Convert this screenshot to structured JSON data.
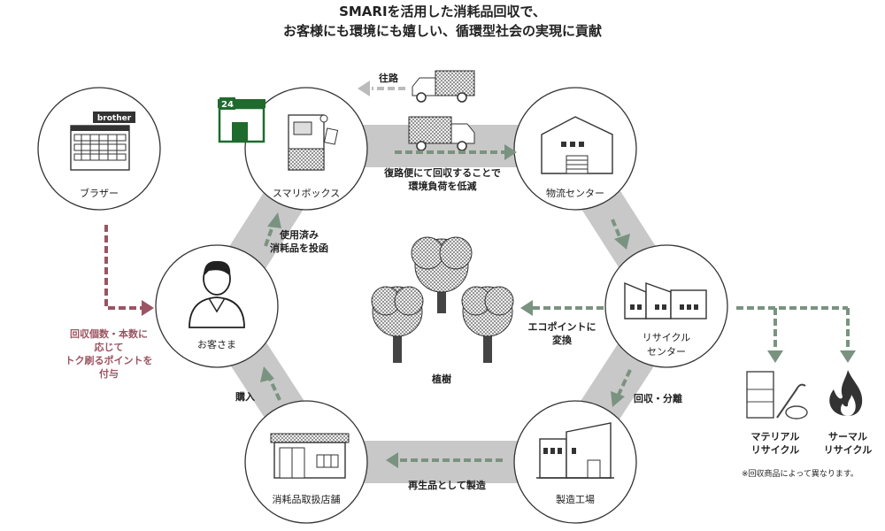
{
  "header": {
    "line1": "SMARIを活用した消耗品回収で、",
    "line2": "お客様にも環境にも嬉しい、循環型社会の実現に貢献"
  },
  "nodes": {
    "brother": "ブラザー",
    "smaribox": "スマリボックス",
    "logistics": "物流センター",
    "customer": "お客さま",
    "recycle": "リサイクル\nセンター",
    "shop": "消耗品取扱店舗",
    "factory": "製造工場"
  },
  "logos": {
    "brother_sign": "brother",
    "store_sign": "24"
  },
  "flows": {
    "outbound": "往路",
    "return_trip": "復路便にて回収することで\n環境負荷を低減",
    "deposit": "使用済み\n消耗品を投函",
    "eco_point": "エコポイントに\n変換",
    "collect_separate": "回収・分離",
    "remanufacture": "再生品として製造",
    "purchase": "購入",
    "reward": "回収個数・本数に\n応じて\nトク刷るポイントを\n付与"
  },
  "center": {
    "trees_label": "植樹"
  },
  "recycling": {
    "material": "マテリアル\nリサイクル",
    "thermal": "サーマル\nリサイクル",
    "note": "※回収商品によって異なります。"
  },
  "colors": {
    "hex_band": "#c8c8c8",
    "green_arrow": "#7a9380",
    "red_arrow": "#9b5462",
    "store_green": "#1f6b2e"
  }
}
